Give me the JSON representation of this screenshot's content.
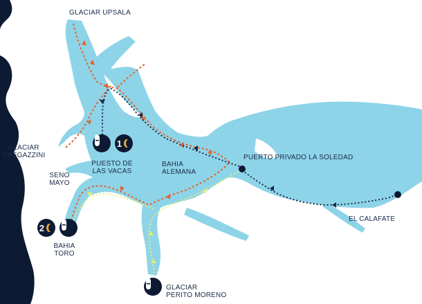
{
  "map": {
    "labels": {
      "glaciar_upsala": "GLACIAR UPSALA",
      "glaciar_spegazzini_1": "GLACIAR",
      "glaciar_spegazzini_2": "SPEGAZZINI",
      "seno_mayo_1": "SENO",
      "seno_mayo_2": "MAYO",
      "puesto_1": "PUESTO DE",
      "puesto_2": "LAS VACAS",
      "bahia_alemana_1": "BAHIA",
      "bahia_alemana_2": "ALEMANA",
      "puerto_privado": "PUERTO PRIVADO LA SOLEDAD",
      "el_calafate": "EL CALAFATE",
      "bahia_toro_1": "BAHIA",
      "bahia_toro_2": "TORO",
      "perito_1": "GLACIAR",
      "perito_2": "PERITO MORENO"
    },
    "badges": {
      "night_1": "1",
      "night_2": "2"
    },
    "colors": {
      "water": "#8ed4e8",
      "land_dark": "#0d1a33",
      "route_orange": "#e2652b",
      "route_yellow": "#e8f06a",
      "route_navy": "#1a2a4a",
      "moon": "#f2a93b",
      "text": "#1a2a4a"
    },
    "icons": [
      "boot-icon",
      "moon-icon"
    ]
  }
}
